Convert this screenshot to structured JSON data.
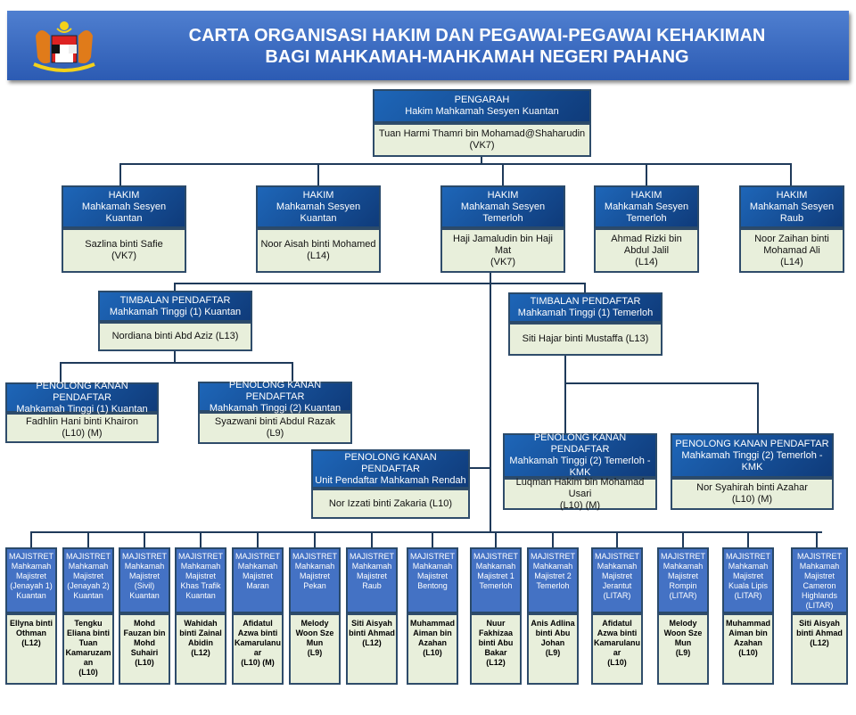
{
  "header": {
    "line1": "CARTA ORGANISASI HAKIM DAN PEGAWAI-PEGAWAI KEHAKIMAN",
    "line2": "BAGI MAHKAMAH-MAHKAMAH NEGERI PAHANG"
  },
  "director": {
    "role": "PENGARAH",
    "court": "Hakim Mahkamah Sesyen Kuantan",
    "name": "Tuan Harmi Thamri bin Mohamad@Shaharudin",
    "grade": "(VK7)"
  },
  "judges": [
    {
      "role": "HAKIM",
      "court": "Mahkamah Sesyen Kuantan",
      "name": "Sazlina binti Safie",
      "grade": "(VK7)"
    },
    {
      "role": "HAKIM",
      "court": "Mahkamah Sesyen Kuantan",
      "name": "Noor Aisah binti Mohamed",
      "grade": "(L14)"
    },
    {
      "role": "HAKIM",
      "court": "Mahkamah Sesyen Temerloh",
      "name": "Haji Jamaludin bin Haji Mat",
      "grade": "(VK7)"
    },
    {
      "role": "HAKIM",
      "court": "Mahkamah Sesyen Temerloh",
      "name": "Ahmad Rizki bin Abdul Jalil",
      "grade": "(L14)"
    },
    {
      "role": "HAKIM",
      "court": "Mahkamah Sesyen Raub",
      "name": "Noor Zaihan binti Mohamad  Ali",
      "grade": "(L14)"
    }
  ],
  "deputy_registrars": [
    {
      "role": "TIMBALAN PENDAFTAR",
      "court": "Mahkamah Tinggi (1) Kuantan",
      "name": "Nordiana binti Abd Aziz (L13)"
    },
    {
      "role": "TIMBALAN PENDAFTAR",
      "court": "Mahkamah Tinggi (1) Temerloh",
      "name": "Siti Hajar binti Mustaffa (L13)"
    }
  ],
  "senior_assistant_registrars": [
    {
      "role": "PENOLONG KANAN PENDAFTAR",
      "court": "Mahkamah Tinggi (1) Kuantan",
      "name": "Fadhlin Hani binti Khairon",
      "grade": "(L10) (M)"
    },
    {
      "role": "PENOLONG KANAN PENDAFTAR",
      "court": "Mahkamah Tinggi (2) Kuantan",
      "name": "Syazwani binti Abdul Razak",
      "grade": "(L9)"
    },
    {
      "role": "PENOLONG KANAN PENDAFTAR",
      "court": "Unit Pendaftar Mahkamah Rendah",
      "name": "Nor Izzati binti Zakaria (L10)",
      "grade": ""
    },
    {
      "role": "PENOLONG KANAN PENDAFTAR",
      "court": "Mahkamah  Tinggi (2) Temerloh - KMK",
      "name": "Luqman Hakim bin Mohamad Usari",
      "grade": "(L10) (M)"
    },
    {
      "role": "PENOLONG KANAN PENDAFTAR",
      "court": "Mahkamah  Tinggi (2) Temerloh - KMK",
      "name": "Nor Syahirah binti Azahar",
      "grade": "(L10) (M)"
    }
  ],
  "magistrates": [
    {
      "role": "MAJISTRET",
      "court": "Mahkamah Majistret (Jenayah 1) Kuantan",
      "name": "Ellyna binti Othman",
      "grade": "(L12)"
    },
    {
      "role": "MAJISTRET",
      "court": "Mahkamah Majistret (Jenayah 2) Kuantan",
      "name": "Tengku Eliana binti Tuan Kamaruzaman",
      "grade": "(L10)"
    },
    {
      "role": "MAJISTRET",
      "court": "Mahkamah Majistret (Sivil) Kuantan",
      "name": "Mohd Fauzan bin Mohd Suhairi",
      "grade": "(L10)"
    },
    {
      "role": "MAJISTRET",
      "court": "Mahkamah Majistret Khas Trafik Kuantan",
      "name": "Wahidah binti Zainal Abidin",
      "grade": "(L12)"
    },
    {
      "role": "MAJISTRET",
      "court": "Mahkamah Majistret Maran",
      "name": "Afidatul Azwa binti Kamarulanuar",
      "grade": "(L10) (M)"
    },
    {
      "role": "MAJISTRET",
      "court": "Mahkamah Majistret Pekan",
      "name": "Melody Woon Sze Mun",
      "grade": "(L9)"
    },
    {
      "role": "MAJISTRET",
      "court": "Mahkamah Majistret Raub",
      "name": "Siti Aisyah binti Ahmad",
      "grade": "(L12)"
    },
    {
      "role": "MAJISTRET",
      "court": "Mahkamah Majistret Bentong",
      "name": "Muhammad Aiman bin Azahan",
      "grade": "(L10)"
    },
    {
      "role": "MAJISTRET",
      "court": "Mahkamah Majistret 1 Temerloh",
      "name": "Nuur Fakhizaa binti Abu Bakar",
      "grade": "(L12)"
    },
    {
      "role": "MAJISTRET",
      "court": "Mahkamah Majistret 2 Temerloh",
      "name": "Anis Adlina binti Abu Johan",
      "grade": "(L9)"
    },
    {
      "role": "MAJISTRET",
      "court": "Mahkamah Majistret Jerantut (LITAR)",
      "name": "Afidatul Azwa binti Kamarulanuar",
      "grade": "(L10)"
    },
    {
      "role": "MAJISTRET",
      "court": "Mahkamah Majistret Rompin (LITAR)",
      "name": "Melody Woon Sze Mun",
      "grade": "(L9)"
    },
    {
      "role": "MAJISTRET",
      "court": "Mahkamah Majistret Kuala Lipis (LITAR)",
      "name": "Muhammad Aiman bin Azahan",
      "grade": "(L10)"
    },
    {
      "role": "MAJISTRET",
      "court": "Mahkamah Majistret Cameron Highlands (LITAR)",
      "name": "Siti Aisyah binti Ahmad",
      "grade": "(L12)"
    }
  ]
}
